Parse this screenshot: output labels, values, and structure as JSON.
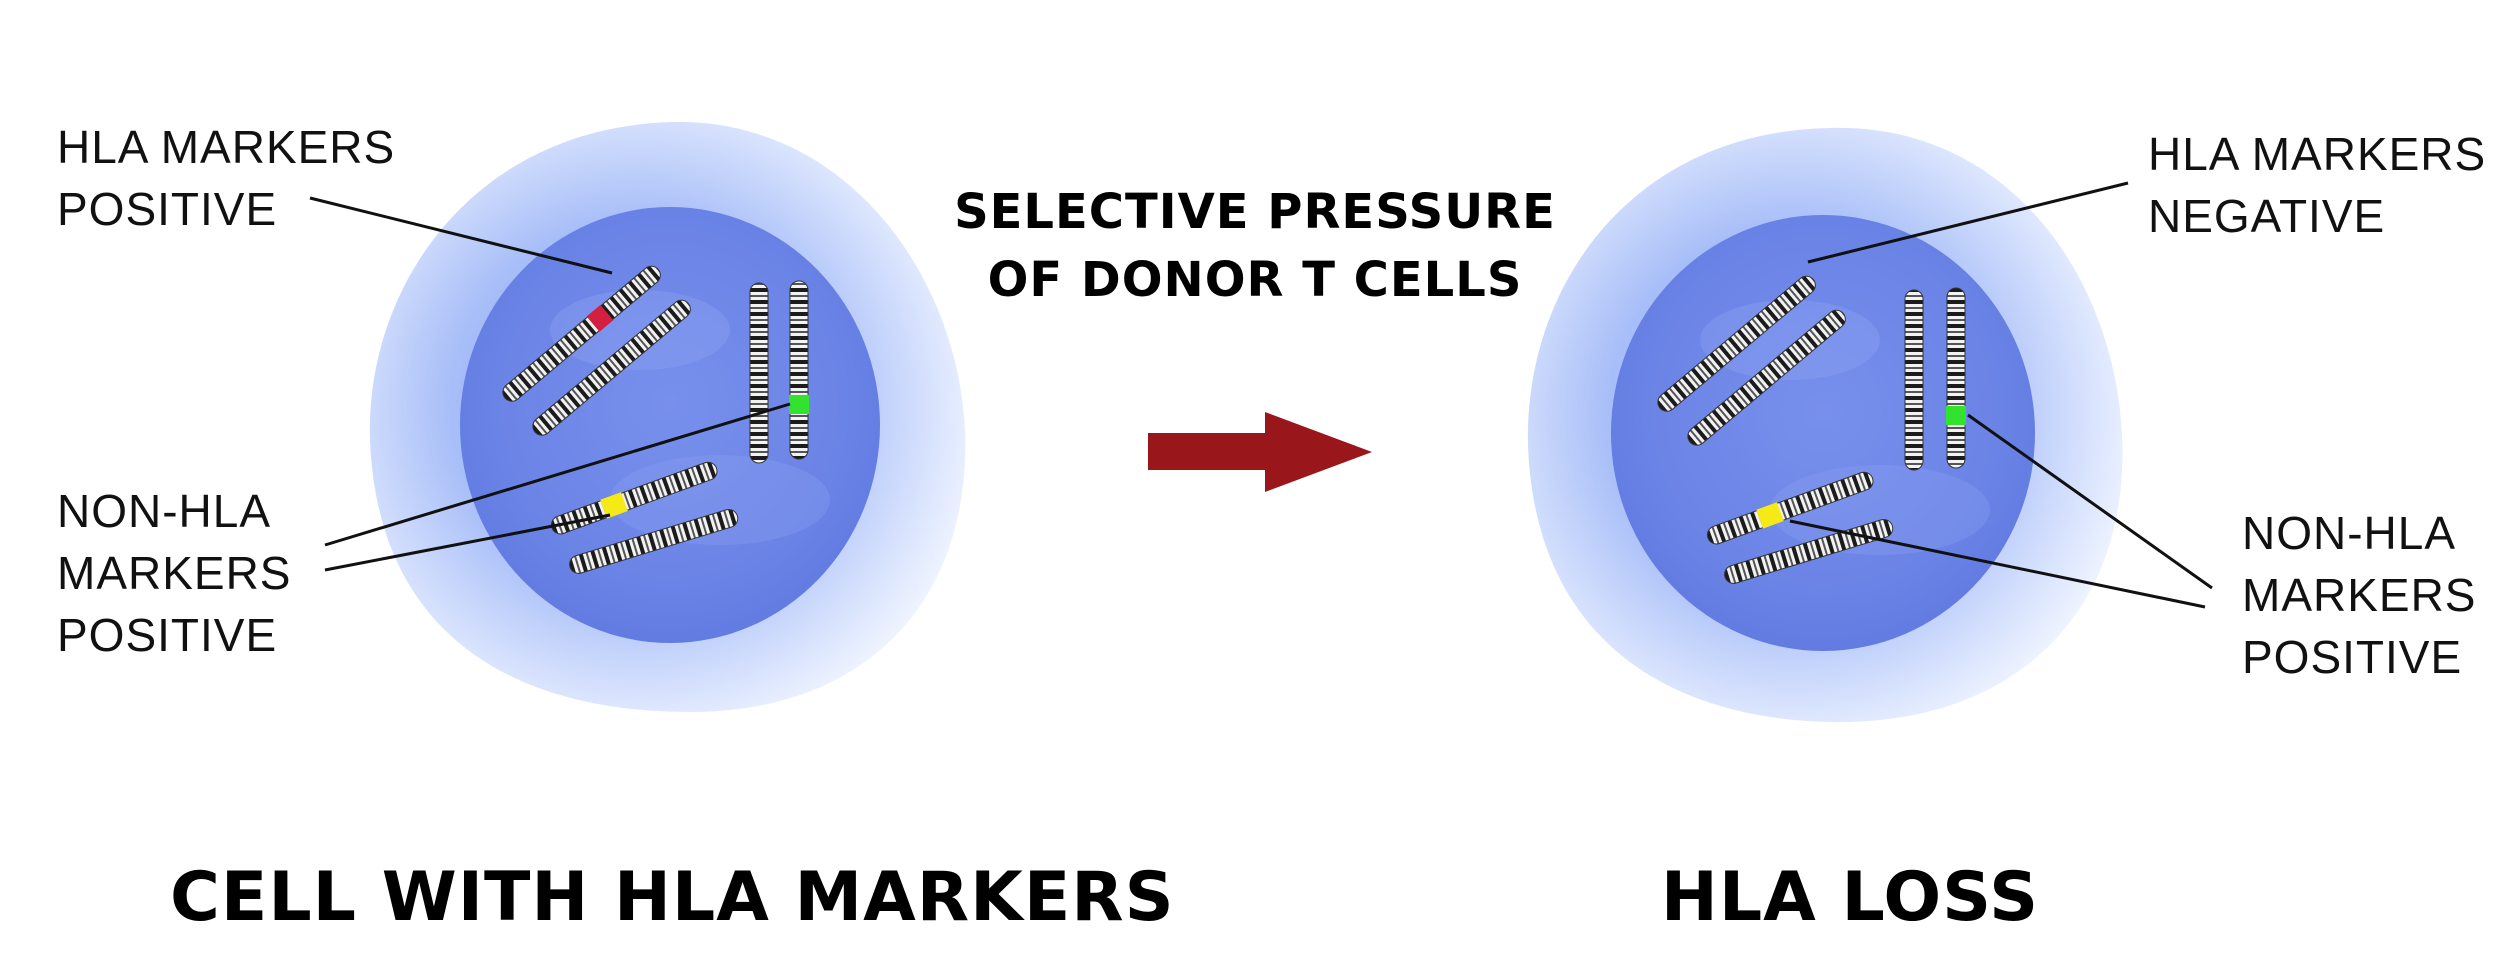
{
  "colors": {
    "hla_marker": "#d41f3f",
    "non_hla_marker_a": "#33e12f",
    "non_hla_marker_b": "#f5ea16",
    "arrow": "#99161a",
    "nucleus": "#6d86e8",
    "cytoplasm": "#b9ccfb"
  },
  "left_cell": {
    "hla_label": [
      "HLA MARKERS",
      "POSITIVE"
    ],
    "non_hla_label": [
      "NON-HLA",
      "MARKERS",
      "POSITIVE"
    ],
    "caption": "CELL WITH HLA MARKERS"
  },
  "center": {
    "title": [
      "SELECTIVE PRESSURE",
      "OF DONOR T CELLS"
    ]
  },
  "right_cell": {
    "hla_label": [
      "HLA MARKERS",
      "NEGATIVE"
    ],
    "non_hla_label": [
      "NON-HLA",
      "MARKERS",
      "POSITIVE"
    ],
    "caption": "HLA LOSS"
  }
}
